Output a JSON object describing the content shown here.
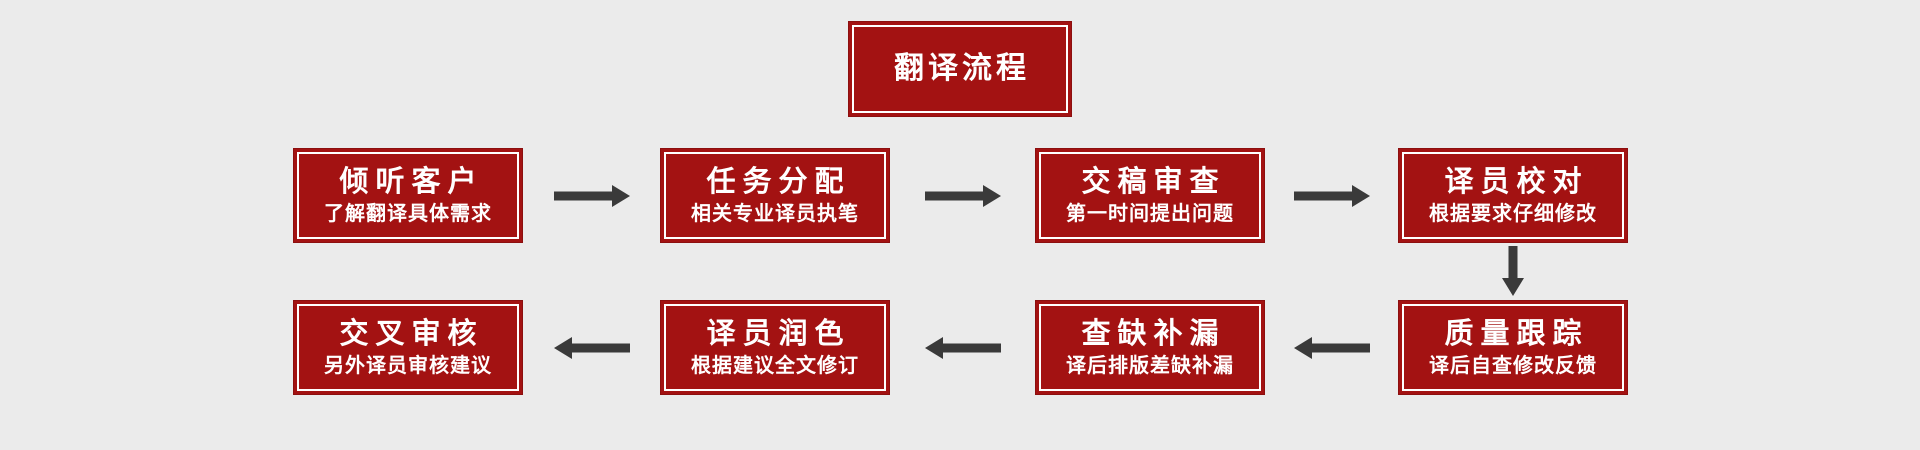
{
  "title_box": {
    "label": "翻译流程"
  },
  "colors": {
    "background": "#ebebeb",
    "box_fill": "#a31212",
    "box_rim": "#8c0f0f",
    "inner_border": "#ffffff",
    "text": "#ffffff",
    "arrow": "#3a3a3a"
  },
  "flow": {
    "steps": [
      {
        "title": "倾听客户",
        "subtitle": "了解翻译具体需求"
      },
      {
        "title": "任务分配",
        "subtitle": "相关专业译员执笔"
      },
      {
        "title": "交稿审查",
        "subtitle": "第一时间提出问题"
      },
      {
        "title": "译员校对",
        "subtitle": "根据要求仔细修改"
      },
      {
        "title": "质量跟踪",
        "subtitle": "译后自查修改反馈"
      },
      {
        "title": "查缺补漏",
        "subtitle": "译后排版差缺补漏"
      },
      {
        "title": "译员润色",
        "subtitle": "根据建议全文修订"
      },
      {
        "title": "交叉审核",
        "subtitle": "另外译员审核建议"
      }
    ],
    "arrow_directions": [
      "right",
      "right",
      "right",
      "down",
      "left",
      "left",
      "left"
    ]
  }
}
